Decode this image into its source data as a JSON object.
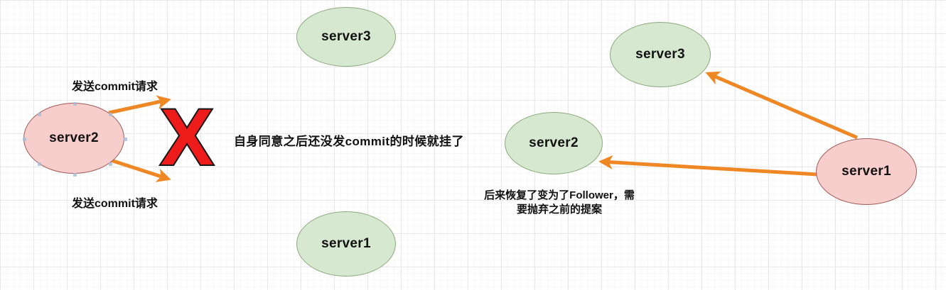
{
  "app": {
    "name": "diagram-whiteboard"
  },
  "colors": {
    "grid_minor": "#f7f7f7",
    "grid_major": "#e9e9e9",
    "green_fill": "#d7e8d1",
    "green_stroke": "#8ca97c",
    "pink_fill": "#f8cecc",
    "pink_stroke": "#a05a58",
    "arrow": "#ee8724",
    "cross_fill": "#ee1b1b",
    "cross_stroke": "#161616",
    "text": "#111111"
  },
  "left_scene": {
    "send_commit_top": "发送commit请求",
    "send_commit_bottom": "发送commit请求",
    "crash_note": "自身同意之后还没发commit的时候就挂了",
    "crash_glyph": "X",
    "server2": "server2",
    "server3": "server3",
    "server1": "server1"
  },
  "right_scene": {
    "server3": "server3",
    "server2": "server2",
    "server1": "server1",
    "recover_note_line1": "后来恢复了变为了Follower，需",
    "recover_note_line2": "要抛弃之前的提案"
  }
}
